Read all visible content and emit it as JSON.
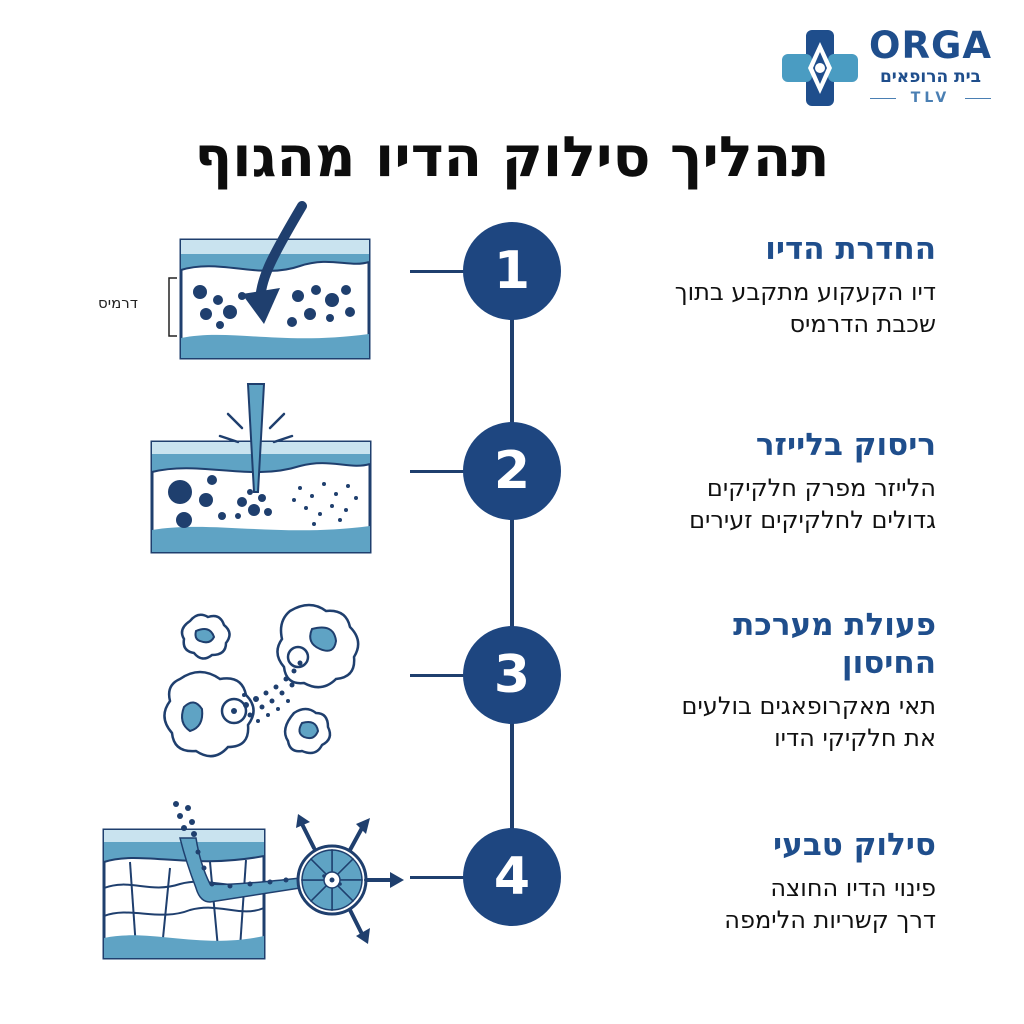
{
  "logo": {
    "brand": "ORGA",
    "subtitle": "בית הרופאים",
    "city": "TLV"
  },
  "title": "תהליך סילוק הדיו מהגוף",
  "dermis_label": "דרמיס",
  "steps": [
    {
      "number": "1",
      "title": "החדרת הדיו",
      "description": "דיו הקעקוע מתקבע בתוך\nשכבת הדרמיס"
    },
    {
      "number": "2",
      "title": "ריסוק בלייזר",
      "description": "הלייזר מפרק חלקיקים\nגדולים  לחלקיקים זעירים"
    },
    {
      "number": "3",
      "title": "פעולת מערכת\nהחיסון",
      "description": "תאי מאקרופאגים בולעים\nאת חלקיקי הדיו"
    },
    {
      "number": "4",
      "title": "סילוק טבעי",
      "description": "פינוי הדיו החוצה\nדרך קשריות הלימפה"
    }
  ],
  "colors": {
    "navy": "#1e4680",
    "brand_blue": "#1f4e8c",
    "light_blue": "#5fa3c4",
    "pale_blue": "#c9e3ef"
  }
}
